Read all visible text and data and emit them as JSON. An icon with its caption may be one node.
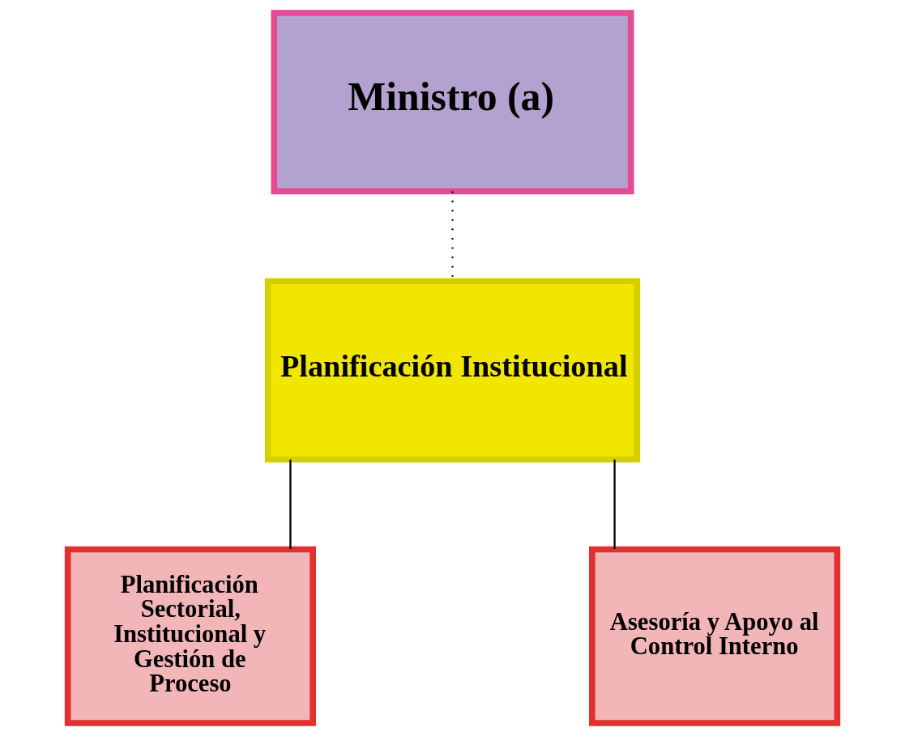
{
  "diagram": {
    "nodes": [
      {
        "text": [
          "Ministro (a)"
        ]
      },
      {
        "text": [
          "Planificación Institucional"
        ]
      },
      {
        "text": [
          "Planificación Sectorial, Institucional y Gestión de Proceso"
        ]
      },
      {
        "text": [
          "Asesoría y Apoyo al Control Interno"
        ]
      }
    ],
    "edges": [
      {
        "from": 0,
        "to": 1,
        "arrow": "none",
        "style": "dashed"
      },
      {
        "from": 1,
        "to": 2,
        "arrow": "none"
      },
      {
        "from": 1,
        "to": 3,
        "arrow": "none"
      }
    ]
  }
}
